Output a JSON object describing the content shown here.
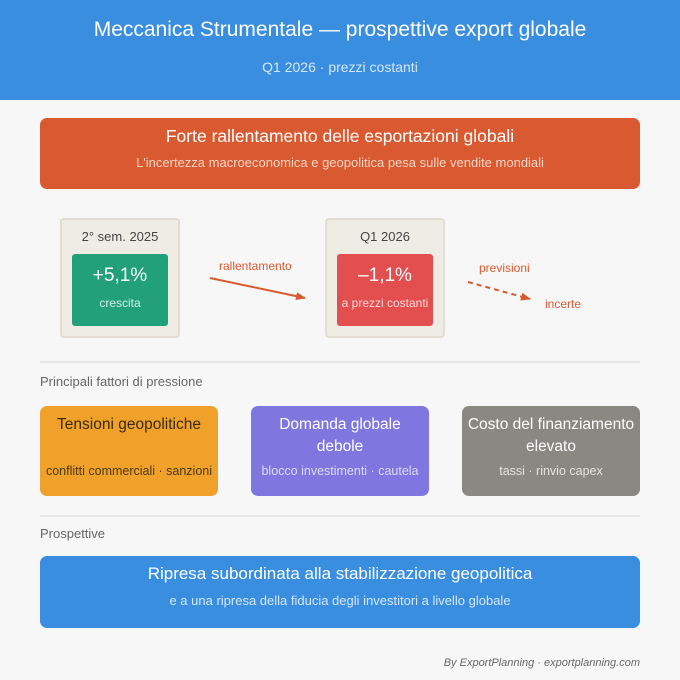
{
  "header": {
    "title": "Meccanica Strumentale — prospettive export globale",
    "subtitle": "Q1 2026 · prezzi costanti"
  },
  "alert": {
    "title": "Forte rallentamento delle esportazioni globali",
    "subtitle": "L'incertezza macroeconomica e geopolitica pesa sulle vendite mondiali"
  },
  "timeline": {
    "periods": [
      {
        "label": "2° sem. 2025",
        "value": "+5,1%",
        "note": "crescita"
      },
      {
        "label": "Q1 2026",
        "value": "–1,1%",
        "note": "a prezzi costanti"
      }
    ],
    "transition_label": "rallentamento",
    "outlook_label_1": "previsioni",
    "outlook_label_2": "incerte"
  },
  "factors": {
    "heading": "Principali fattori di pressione",
    "items": [
      {
        "title": "Tensioni geopolitiche",
        "subtitle": "conflitti commerciali · sanzioni"
      },
      {
        "title": "Domanda globale debole",
        "subtitle": "blocco investimenti · cautela"
      },
      {
        "title": "Costo del finanziamento elevato",
        "subtitle": "tassi · rinvio capex"
      }
    ]
  },
  "outlook": {
    "heading": "Prospettive",
    "title": "Ripresa subordinata alla stabilizzazione geopolitica",
    "subtitle": "e a una ripresa della fiducia degli investitori a livello globale"
  },
  "footer": {
    "source": "By ExportPlanning · exportplanning.com"
  },
  "colors": {
    "header": "#3a8ee0",
    "alert": "#d95a30",
    "growth": "#22a07a",
    "decline": "#e34f4f",
    "factor_geopolitics": "#f0a12a",
    "factor_demand": "#7f77df",
    "factor_finance": "#8a8882"
  }
}
